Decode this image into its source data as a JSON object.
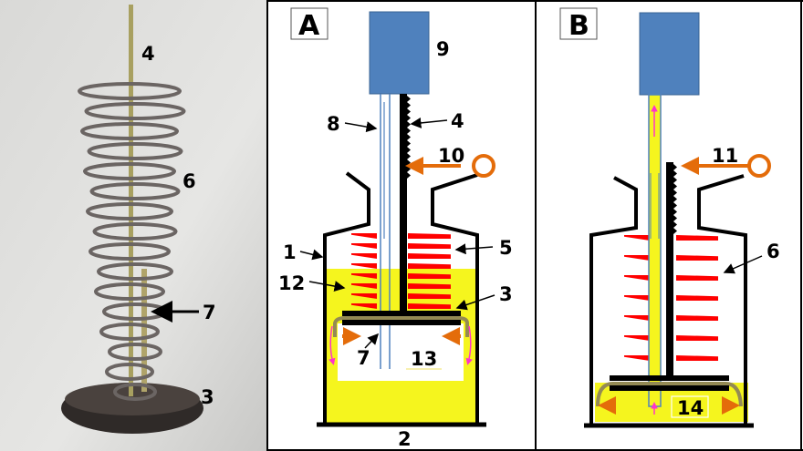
{
  "colors": {
    "blue": "#4f81bd",
    "yellow": "#f5f51e",
    "red": "#ff0000",
    "orange": "#e46c0a",
    "olive": "#948a54",
    "magenta": "#ff33cc"
  },
  "photo": {
    "labels": {
      "rod": "4",
      "spring": "6",
      "tube": "7",
      "base": "3"
    }
  },
  "panel_a": {
    "title": "A",
    "labels": {
      "pump": "9",
      "tube": "8",
      "rack": "4",
      "pin": "10",
      "jar": "1",
      "spring": "5",
      "liquid": "12",
      "plate": "3",
      "inlet": "7",
      "chamber": "13",
      "bottom": "2"
    }
  },
  "panel_b": {
    "title": "B",
    "labels": {
      "pin": "11",
      "spring": "6",
      "chamber": "14"
    }
  }
}
